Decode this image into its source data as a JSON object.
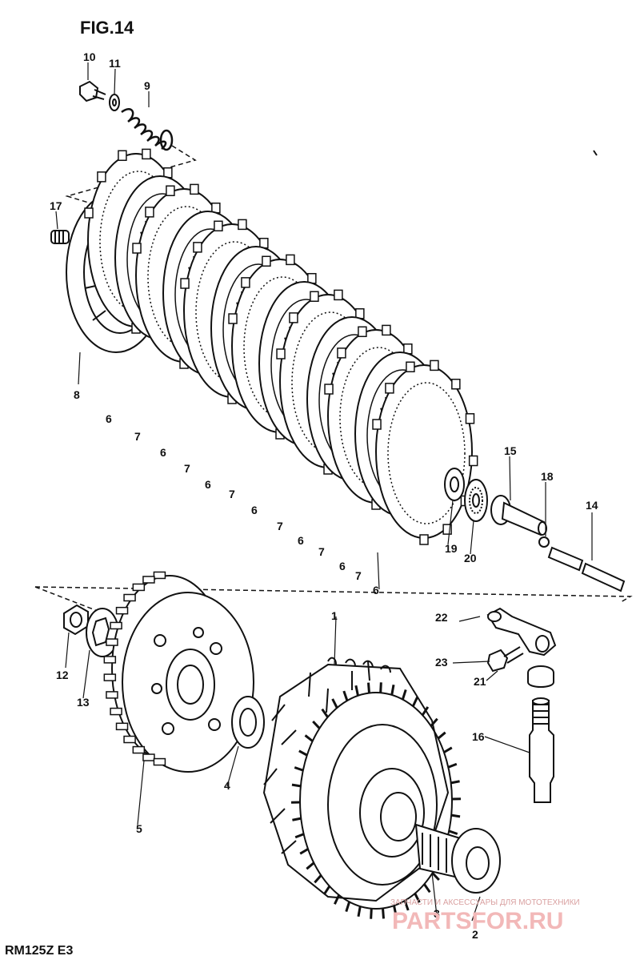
{
  "figure": {
    "title": "FIG.14",
    "model_code": "RM125Z E3"
  },
  "parts": [
    {
      "key": "p10",
      "label": "10"
    },
    {
      "key": "p11",
      "label": "11"
    },
    {
      "key": "p9",
      "label": "9"
    },
    {
      "key": "p17",
      "label": "17"
    },
    {
      "key": "p8",
      "label": "8"
    },
    {
      "key": "p6a",
      "label": "6"
    },
    {
      "key": "p7a",
      "label": "7"
    },
    {
      "key": "p6b",
      "label": "6"
    },
    {
      "key": "p7b",
      "label": "7"
    },
    {
      "key": "p6c",
      "label": "6"
    },
    {
      "key": "p7c",
      "label": "7"
    },
    {
      "key": "p6d",
      "label": "6"
    },
    {
      "key": "p7d",
      "label": "7"
    },
    {
      "key": "p6e",
      "label": "6"
    },
    {
      "key": "p7e",
      "label": "7"
    },
    {
      "key": "p6f",
      "label": "6"
    },
    {
      "key": "p7f",
      "label": "7"
    },
    {
      "key": "p6g",
      "label": "6"
    },
    {
      "key": "p15",
      "label": "15"
    },
    {
      "key": "p18",
      "label": "18"
    },
    {
      "key": "p14",
      "label": "14"
    },
    {
      "key": "p19",
      "label": "19"
    },
    {
      "key": "p20",
      "label": "20"
    },
    {
      "key": "p12",
      "label": "12"
    },
    {
      "key": "p13",
      "label": "13"
    },
    {
      "key": "p1",
      "label": "1"
    },
    {
      "key": "p22",
      "label": "22"
    },
    {
      "key": "p23",
      "label": "23"
    },
    {
      "key": "p21",
      "label": "21"
    },
    {
      "key": "p16",
      "label": "16"
    },
    {
      "key": "p4",
      "label": "4"
    },
    {
      "key": "p5",
      "label": "5"
    },
    {
      "key": "p3",
      "label": "3"
    },
    {
      "key": "p2",
      "label": "2"
    }
  ],
  "watermark": {
    "tagline": "ЗАПЧАСТИ И АКСЕССУАРЫ ДЛЯ МОТОТЕХНИКИ",
    "logo": "PARTSFOR.RU"
  }
}
